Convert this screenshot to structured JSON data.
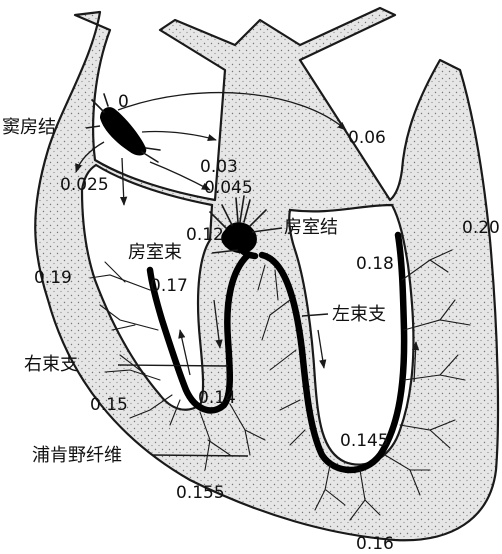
{
  "nodes": {
    "sa_node": "窦房结",
    "av_node": "房室结",
    "his_bundle": "房室束",
    "left_branch": "左束支",
    "right_branch": "右束支",
    "purkinje": "浦肯野纤维"
  },
  "times": {
    "t_0": "0",
    "t_006": "0.06",
    "t_003": "0.03",
    "t_0045": "0.045",
    "t_0025": "0.025",
    "t_012": "0.12",
    "t_020": "0.20",
    "t_018": "0.18",
    "t_019": "0.19",
    "t_017": "0.17",
    "t_014": "0.14",
    "t_015": "0.15",
    "t_0145": "0.145",
    "t_0155": "0.155",
    "t_016": "0.16"
  },
  "colors": {
    "wall_fill": "#e3e3e3",
    "outline": "#1a1a1a",
    "conduction": "#000000",
    "background": "#ffffff"
  }
}
